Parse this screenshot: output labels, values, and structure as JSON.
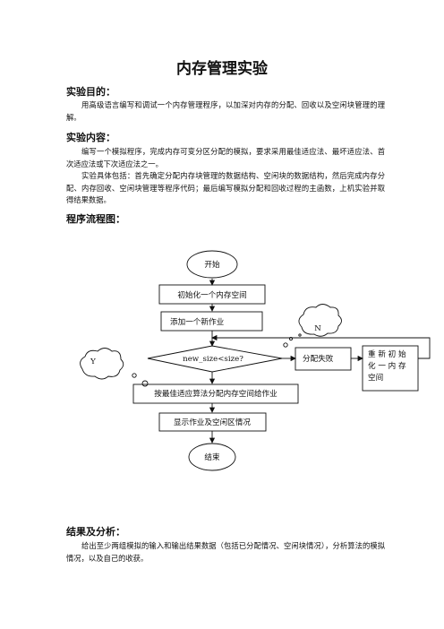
{
  "doc": {
    "title": "内存管理实验",
    "sections": [
      {
        "heading": "实验目的：",
        "paragraphs": [
          "用高级语言编写和调试一个内存管理程序，以加深对内存的分配、回收以及空闲块管理的理解。"
        ]
      },
      {
        "heading": "实验内容：",
        "paragraphs": [
          "编写一个模拟程序，完成内存可变分区分配的模拟，要求采用最佳适应法、最坏适应法、首次适应法或下次适应法之一。",
          "实验具体包括：首先确定分配内存块管理的数据结构、空闲块的数据结构，然后完成内存分配、内存回收、空闲块管理等程序代码；最后编写模拟分配和回收过程的主函数，上机实验并取得结果数据。"
        ]
      },
      {
        "heading": "程序流程图：",
        "paragraphs": []
      },
      {
        "heading": "结果及分析：",
        "paragraphs": [
          "给出至少两组模拟的输入和输出结果数据（包括已分配情况、空闲块情况），分析算法的模拟情况，以及自己的收获。"
        ]
      }
    ]
  },
  "flowchart": {
    "start": "开始",
    "init": "初始化一个内存空间",
    "add_job": "添加一个新作业",
    "decision": "new_size<size?",
    "yes": "Y",
    "no": "N",
    "fail": "分配失败",
    "reinit": [
      "重 新 初 始",
      "化 一 内 存",
      "空间"
    ],
    "allocate": "按最佳适应算法分配内存空间给作业",
    "show": "显示作业及空闲区情况",
    "end": "结束"
  }
}
